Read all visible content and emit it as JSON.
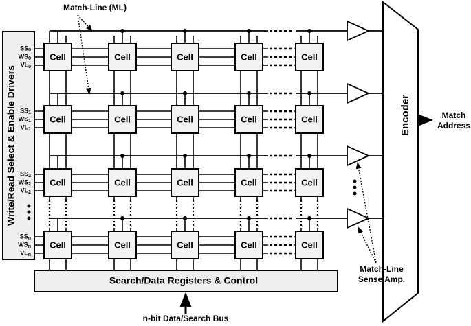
{
  "drivers_label": "Write/Read Select & Enable Drivers",
  "encoder_label": "Encoder",
  "match_line_label": "Match-Line (ML)",
  "registers_label": "Search/Data Registers & Control",
  "bus_label": "n-bit Data/Search Bus",
  "match_address_label": [
    "Match",
    "Address"
  ],
  "sense_amp_label": [
    "Match-Line",
    "Sense Amp."
  ],
  "cell_label": "Cell",
  "rows": [
    {
      "ss": "SS",
      "ws": "WS",
      "vl": "VL",
      "sub": "0"
    },
    {
      "ss": "SS",
      "ws": "WS",
      "vl": "VL",
      "sub": "1"
    },
    {
      "ss": "SS",
      "ws": "WS",
      "vl": "VL",
      "sub": "2"
    },
    {
      "ss": "SS",
      "ws": "WS",
      "vl": "VL",
      "sub": "n"
    }
  ],
  "colors": {
    "stroke": "#000000",
    "cell_fill": "#f2f2f2",
    "box_fill": "#efefef",
    "background": "#ffffff"
  }
}
